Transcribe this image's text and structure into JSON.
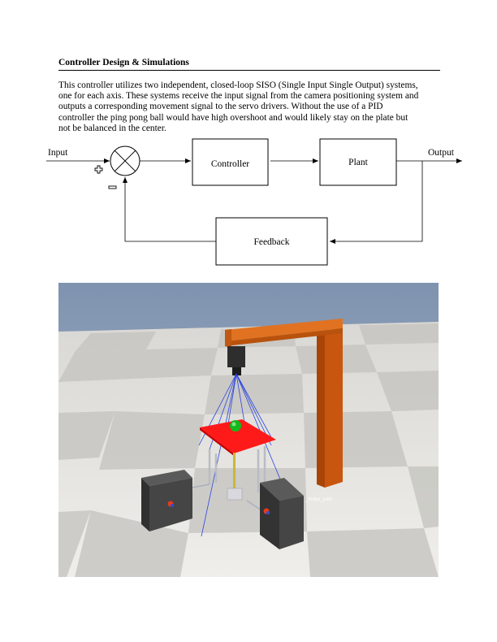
{
  "section": {
    "heading": "Controller Design & Simulations",
    "paragraph_lines": [
      "This controller utilizes two independent, closed-loop SISO (Single Input Single Output) systems,",
      "one for each axis. These systems receive the input signal from the camera positioning system and",
      "outputs a corresponding movement signal to the servo drivers. Without the use of a PID",
      "controller the ping pong ball would have high overshoot and would likely stay on the plate but",
      "not be balanced in the center."
    ]
  },
  "block_diagram": {
    "input_label": "Input",
    "output_label": "Output",
    "plus_sign": "+",
    "minus_sign": "-",
    "blocks": {
      "controller": "Controller",
      "plant": "Plant",
      "feedback": "Feedback"
    }
  },
  "simulation": {
    "joint_label": "_motor_joint",
    "colors": {
      "sky": "#93a5bd",
      "floor_light": "#e9e8e3",
      "floor_dark": "#c8c7c3",
      "arm": "#d8641a",
      "plate": "#ff1414",
      "ball": "#11b51a",
      "motor": "#3d3d3d",
      "rays": "#2b45e0"
    }
  }
}
